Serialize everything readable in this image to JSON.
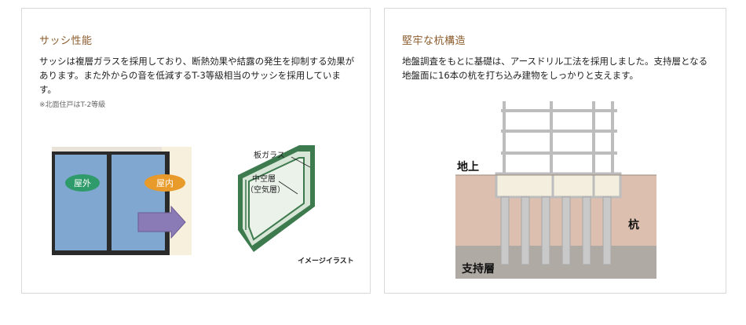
{
  "left_card": {
    "title": "サッシ性能",
    "body": "サッシは複層ガラスを採用しており、断熱効果や結露の発生を抑制する効果があります。また外からの音を低減するT-3等級相当のサッシを採用しています。",
    "note": "※北面住戸はT-2等級",
    "window_illustration": {
      "outside_label": "屋外",
      "inside_label": "屋内",
      "outside_badge_color": "#2f9a6a",
      "inside_badge_color": "#e89a2a",
      "glass_color": "#7fa7cf",
      "arrow_color": "#8a7ab5"
    },
    "glass_illustration": {
      "plate_glass_label": "板ガラス",
      "hollow_layer_label": "中空層",
      "air_layer_label": "（空気層）",
      "caption": "イメージイラスト",
      "frame_color": "#3d7a4e"
    }
  },
  "right_card": {
    "title": "堅牢な杭構造",
    "body": "地盤調査をもとに基礎は、アースドリル工法を採用しました。支持層となる地盤面に16本の杭を打ち込み建物をしっかりと支えます。",
    "pile_diagram": {
      "ground_label": "地上",
      "pile_label": "杭",
      "bearing_layer_label": "支持層",
      "soil_color": "#dcbfae",
      "bearing_color": "#b0aaa5",
      "pile_color": "#c9c9c9"
    }
  }
}
